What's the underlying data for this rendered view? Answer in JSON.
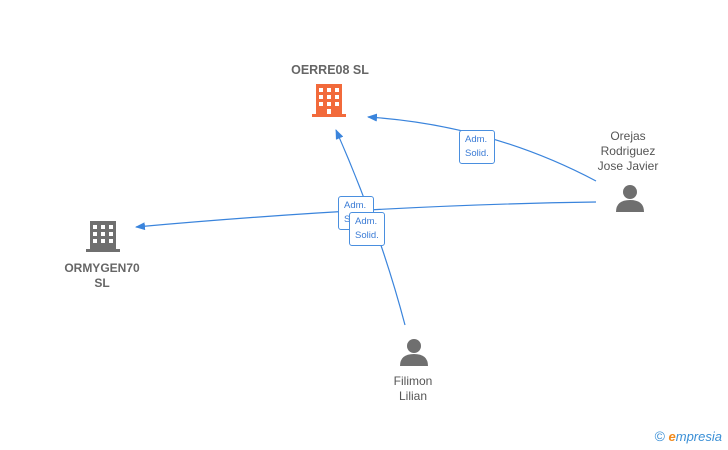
{
  "nodes": {
    "main_company": {
      "name": "OERRE08  SL"
    },
    "company2": {
      "name_line1": "ORMYGEN70",
      "name_line2": "SL"
    },
    "person1": {
      "line1": "Orejas",
      "line2": "Rodriguez",
      "line3": "Jose Javier"
    },
    "person2": {
      "line1": "Filimon",
      "line2": "Lilian"
    }
  },
  "edges": [
    {
      "from": "Orejas Rodriguez Jose Javier",
      "to": "OERRE08  SL",
      "label_line1": "Adm.",
      "label_line2": "Solid."
    },
    {
      "from": "Orejas Rodriguez Jose Javier",
      "to": "ORMYGEN70 SL",
      "label_line1": "Adm.",
      "label_line2": "Solid."
    },
    {
      "from": "Filimon Lilian",
      "to": "OERRE08  SL",
      "label_line1": "Adm.",
      "label_line2": "Solid."
    }
  ],
  "colors": {
    "main_company": "#f26a3b",
    "company": "#6f6f6f",
    "person": "#6f6f6f",
    "edge": "#3a84dc"
  },
  "brand": {
    "symbol": "©",
    "first_letter": "e",
    "rest": "mpresia"
  }
}
